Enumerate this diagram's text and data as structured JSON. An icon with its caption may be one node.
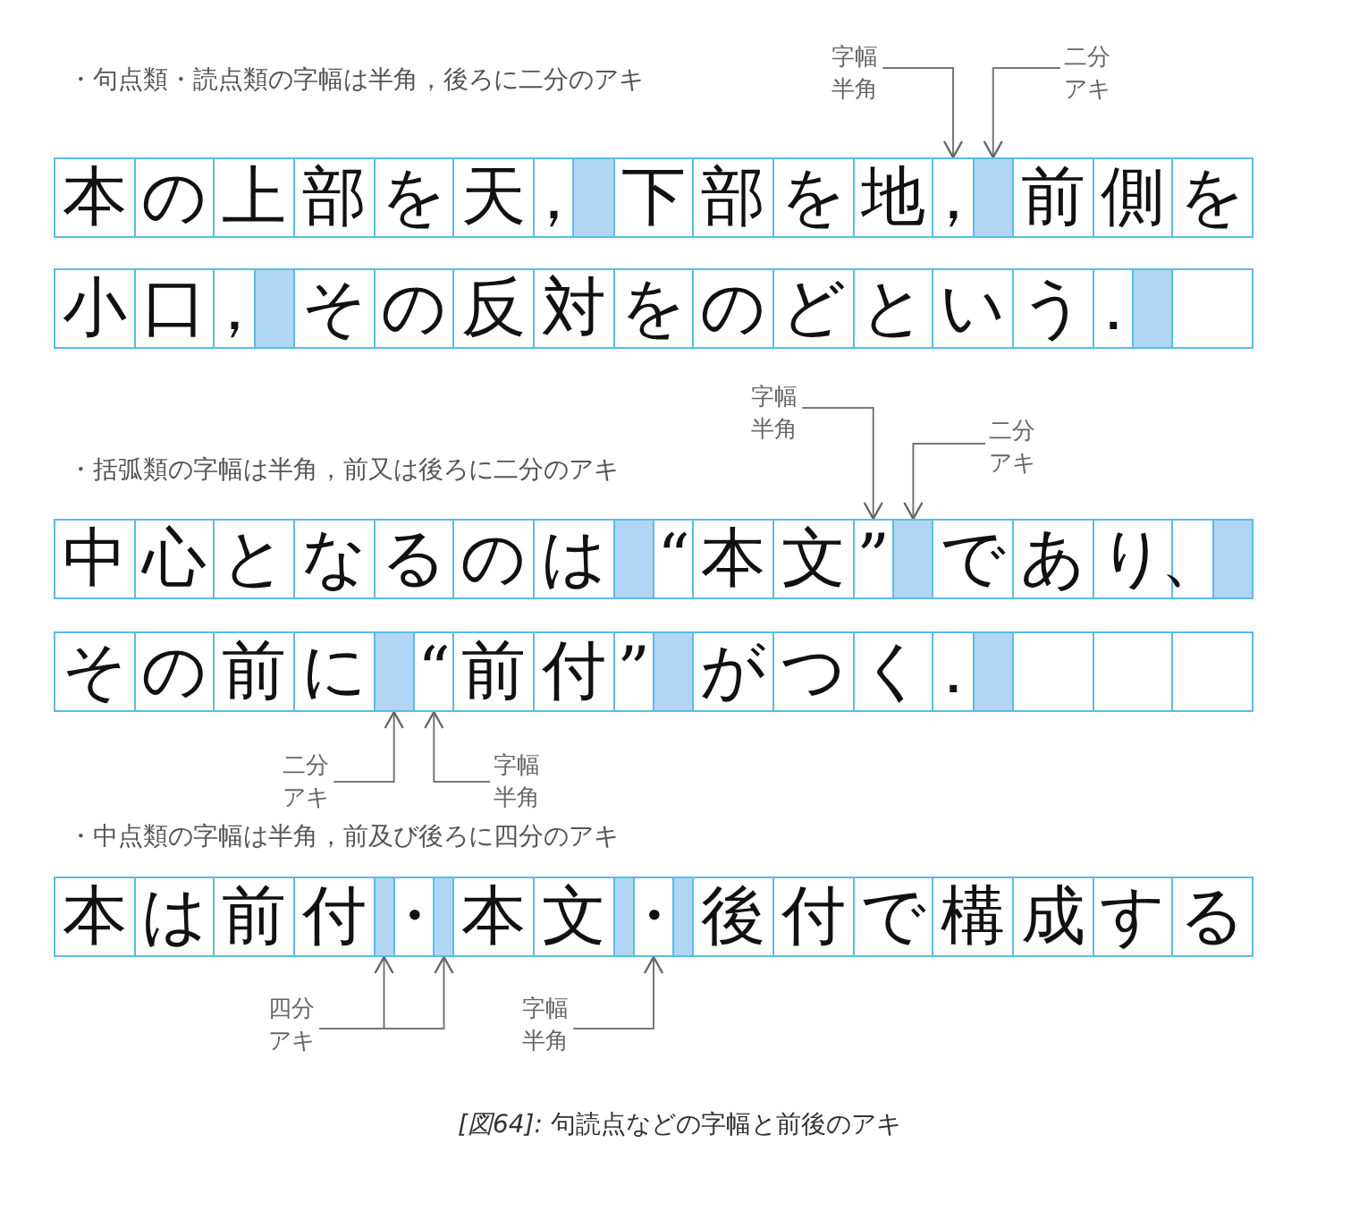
{
  "diagram": {
    "caption": "*[図64]:* 句読点などの字幅と前後のアキ",
    "nodes": [
      {
        "text": [
          "字幅半角"
        ]
      },
      {
        "text": [
          "二分アキ"
        ]
      },
      {
        "text": [
          "字幅半角"
        ]
      },
      {
        "text": [
          "二分アキ"
        ]
      },
      {
        "text": [
          "二分アキ"
        ]
      },
      {
        "text": [
          "字幅半角"
        ]
      },
      {
        "text": [
          "四分アキ"
        ]
      },
      {
        "text": [
          "字幅半角"
        ]
      },
      {
        "text": [],
        "shape": "box"
      },
      {
        "text": [],
        "shape": "box"
      },
      {
        "text": [],
        "shape": "box"
      },
      {
        "text": [],
        "shape": "box"
      },
      {
        "text": [],
        "shape": "box"
      },
      {
        "text": [],
        "shape": "box"
      },
      {
        "text": [],
        "shape": "box"
      },
      {
        "text": [],
        "shape": "box"
      },
      {
        "text": [],
        "shape": "box"
      }
    ],
    "edges": [
      {
        "from": 0,
        "to": 8,
        "arrow": "to"
      },
      {
        "from": 1,
        "to": 9,
        "arrow": "to"
      },
      {
        "from": 2,
        "to": 10,
        "arrow": "to"
      },
      {
        "from": 3,
        "to": 11,
        "arrow": "to"
      },
      {
        "from": 4,
        "to": 12,
        "arrow": "to"
      },
      {
        "from": 5,
        "to": 13,
        "arrow": "to"
      },
      {
        "from": 6,
        "to": 14,
        "arrow": "to"
      },
      {
        "from": 6,
        "to": 15,
        "arrow": "to"
      },
      {
        "from": 7,
        "to": 16,
        "arrow": "to"
      }
    ],
    "labels": [
      "・句点類・読点類の字幅は半角，後ろに二分のアキ",
      "本の上部を天，下部を地，前側を",
      "小口，その反対をのどという．",
      "・括弧類の字幅は半角，前又は後ろに二分のアキ",
      "中心となるのは “本文” であり、",
      "その前に “前付” がつく．",
      "・中点類の字幅は半角，前及び後ろに四分のアキ",
      "本は前付・本文・後付で構成する"
    ]
  }
}
